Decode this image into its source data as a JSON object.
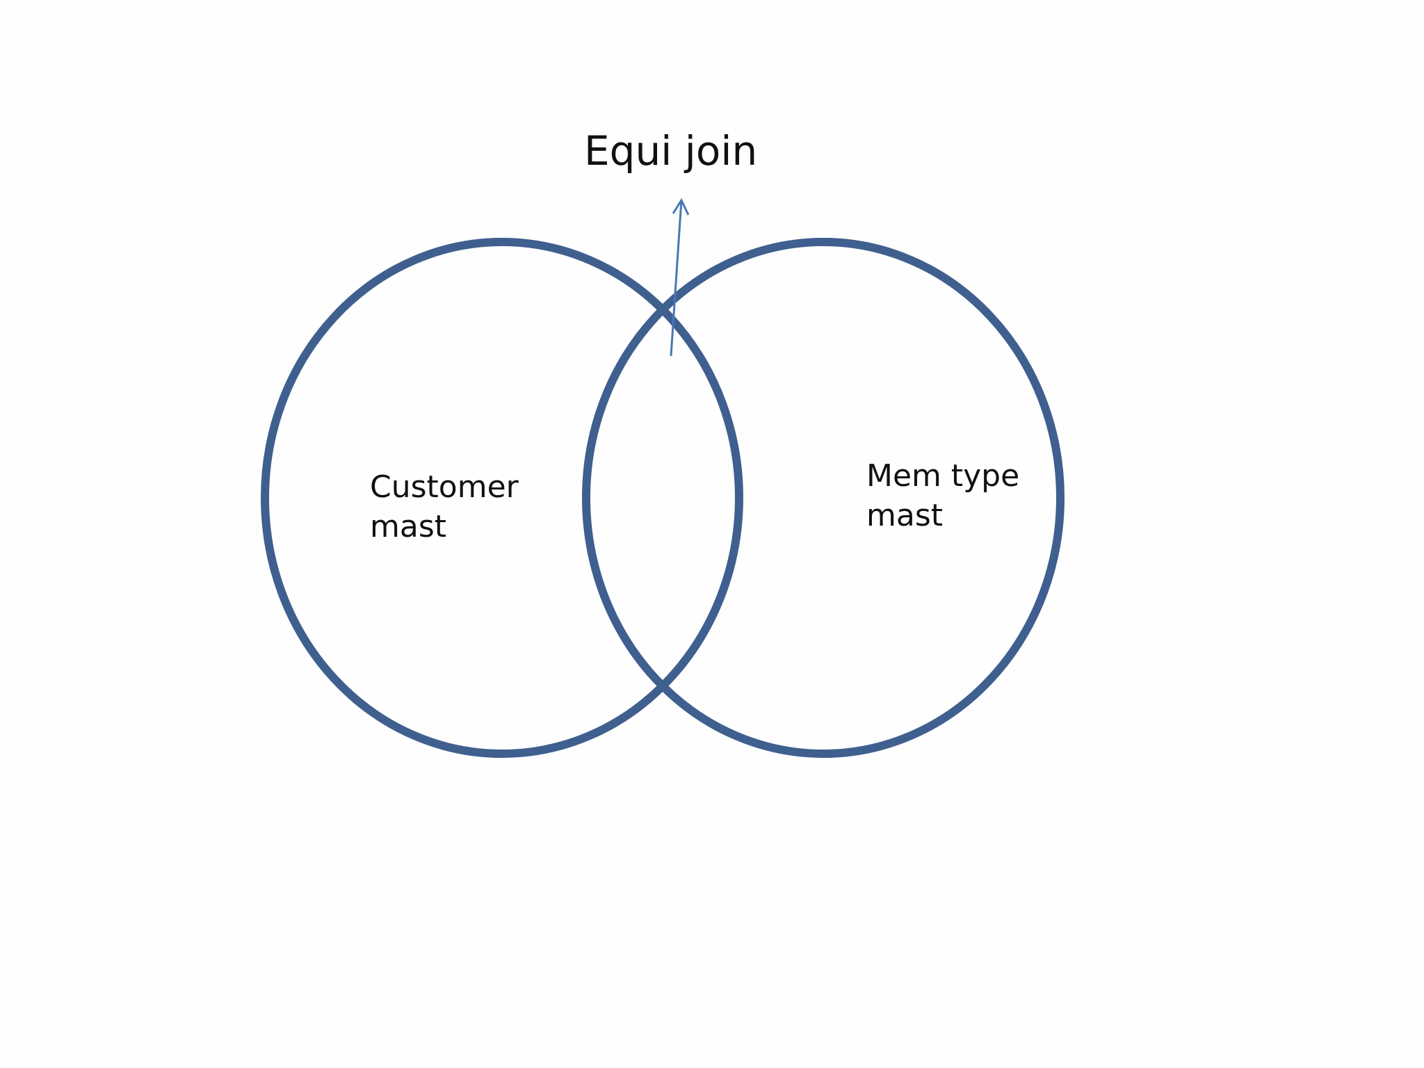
{
  "diagram": {
    "title": "Equi join",
    "sets": [
      {
        "line1": "Customer",
        "line2": "mast"
      },
      {
        "line1": "Mem type",
        "line2": "mast"
      }
    ],
    "colors": {
      "circle_stroke": "#3f5f8f",
      "arrow": "#4a78b5",
      "text": "#111111",
      "background": "#fefefe"
    }
  }
}
